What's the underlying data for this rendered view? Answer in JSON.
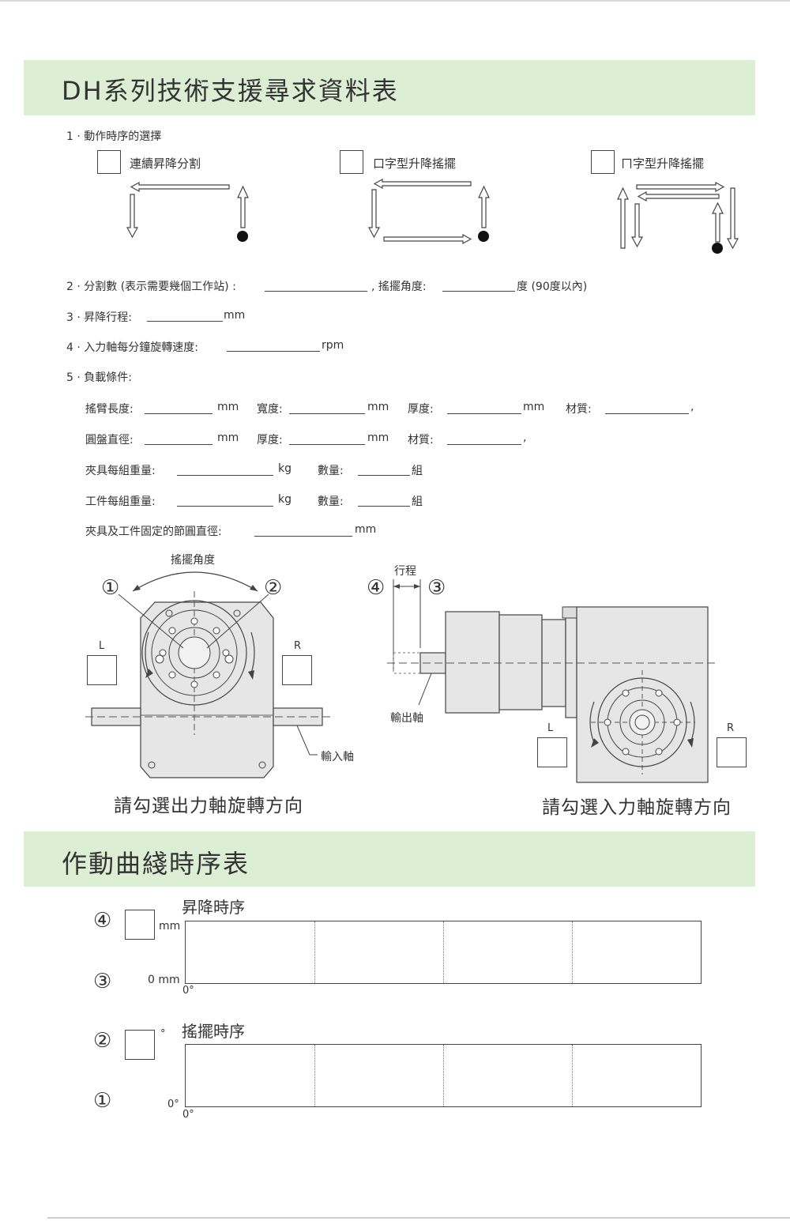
{
  "section1": {
    "title": "DH系列技術支援尋求資料表"
  },
  "item1": {
    "heading": "1 · 動作時序的選擇",
    "options": [
      {
        "label": "連續昇降分割"
      },
      {
        "label": "口字型升降搖擺"
      },
      {
        "label": "ㄇ字型升降搖擺"
      }
    ]
  },
  "item2": {
    "label": "2 · 分割數 (表示需要幾個工作站) :",
    "sep": ", 搖擺角度:",
    "unit": "度 (90度以內)"
  },
  "item3": {
    "label": "3 · 昇降行程:",
    "unit": "mm"
  },
  "item4": {
    "label": "4 · 入力軸每分鐘旋轉速度:",
    "unit": "rpm"
  },
  "item5": {
    "label": "5 · 負載條件:",
    "row1": {
      "arm_length": "搖臂長度:",
      "mm1": "mm",
      "width": "寬度:",
      "mm2": "mm",
      "thickness": "厚度:",
      "mm3": "mm",
      "material": "材質:",
      "comma": ","
    },
    "row2": {
      "diameter": "圓盤直徑:",
      "mm1": "mm",
      "thickness": "厚度:",
      "mm2": "mm",
      "material": "材質:",
      "comma": ","
    },
    "row3": {
      "label": "夾具每組重量:",
      "kg": "kg",
      "qty": "數量:",
      "set": "組"
    },
    "row4": {
      "label": "工件每組重量:",
      "kg": "kg",
      "qty": "數量:",
      "set": "組"
    },
    "row5": {
      "label": "夾具及工件固定的節圓直徑:",
      "unit": "mm"
    }
  },
  "diagram_left": {
    "swing_angle": "搖擺角度",
    "num1": "①",
    "num2": "②",
    "L": "L",
    "R": "R",
    "input_shaft": "輸入軸",
    "caption": "請勾選出力軸旋轉方向"
  },
  "diagram_right": {
    "stroke": "行程",
    "num4": "④",
    "num3": "③",
    "output_shaft": "輸出軸",
    "L": "L",
    "R": "R",
    "caption": "請勾選入力軸旋轉方向"
  },
  "section2": {
    "title": "作動曲綫時序表"
  },
  "chart_lift": {
    "title": "昇降時序",
    "num4": "④",
    "num3": "③",
    "unit_mm": "mm",
    "zero_mm": "0 mm",
    "x0": "0°"
  },
  "chart_swing": {
    "title": "搖擺時序",
    "num2": "②",
    "num1": "①",
    "deg_unit": "°",
    "y0": "0°",
    "x0": "0°"
  }
}
